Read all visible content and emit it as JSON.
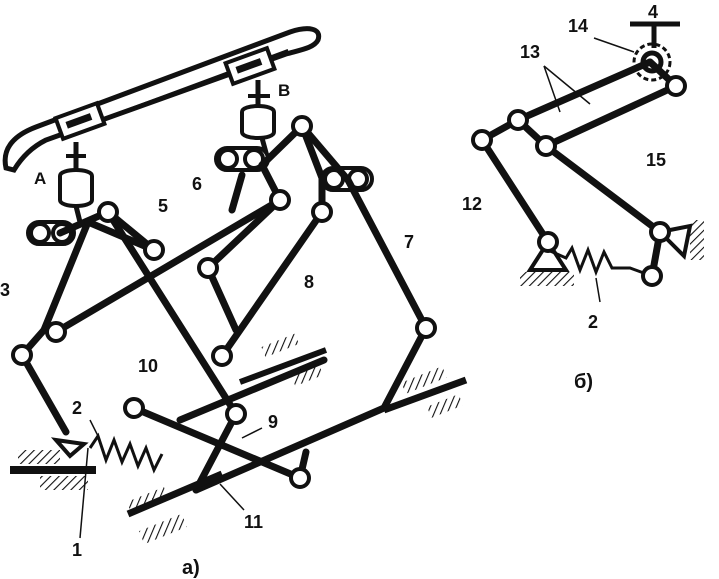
{
  "figure_a": {
    "caption": "а)",
    "pantograph_points": {
      "a": "А",
      "b": "В"
    },
    "labels": {
      "n1": "1",
      "n2": "2",
      "n3": "3",
      "n5": "5",
      "n6": "6",
      "n7": "7",
      "n8": "8",
      "n9": "9",
      "n10": "10",
      "n11": "11"
    }
  },
  "figure_b": {
    "caption": "б)",
    "labels": {
      "n2": "2",
      "n4": "4",
      "n12": "12",
      "n13": "13",
      "n14": "14",
      "n15": "15"
    }
  }
}
